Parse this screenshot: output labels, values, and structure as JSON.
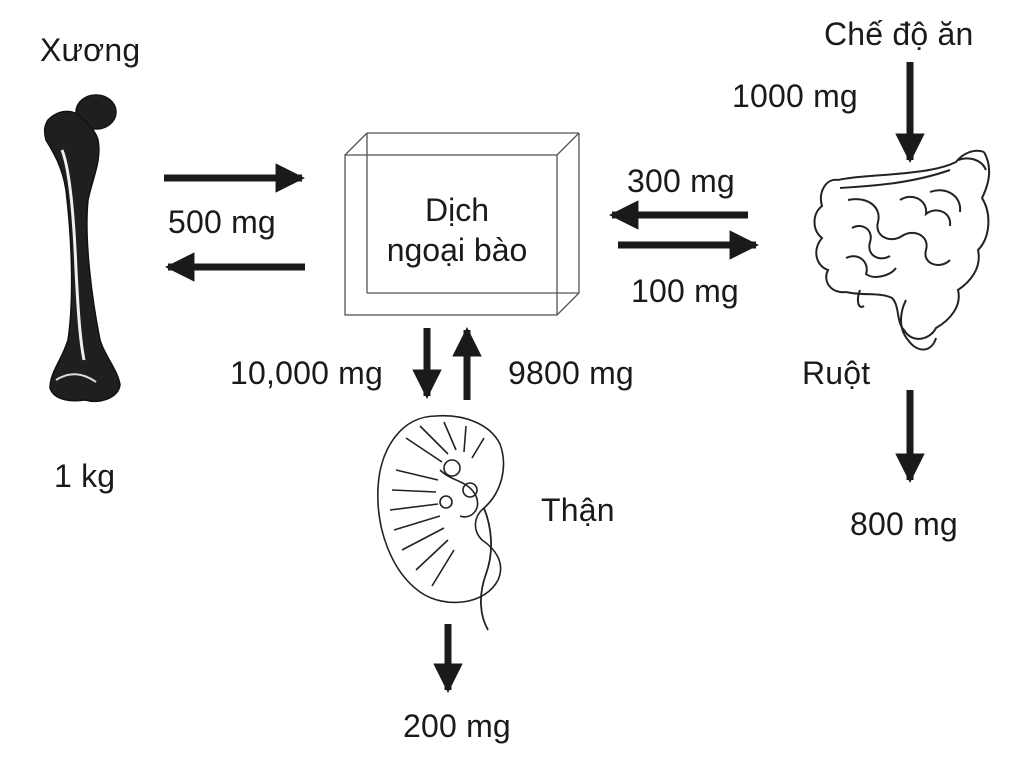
{
  "bone": {
    "title": "Xương",
    "amount": "1 kg"
  },
  "ecf": {
    "line1": "Dịch",
    "line2": "ngoại bào"
  },
  "diet": {
    "title": "Chế độ ăn",
    "amount": "1000 mg"
  },
  "intestine": {
    "title": "Ruột",
    "absorb": "300 mg",
    "secrete": "100 mg",
    "excrete": "800 mg"
  },
  "bone_exchange": {
    "amount": "500 mg"
  },
  "kidney": {
    "title": "Thận",
    "filtered": "10,000 mg",
    "reabsorbed": "9800 mg",
    "excrete": "200 mg"
  },
  "icons": {
    "bone": "femur-icon",
    "intestine": "intestine-icon",
    "kidney": "kidney-icon"
  }
}
